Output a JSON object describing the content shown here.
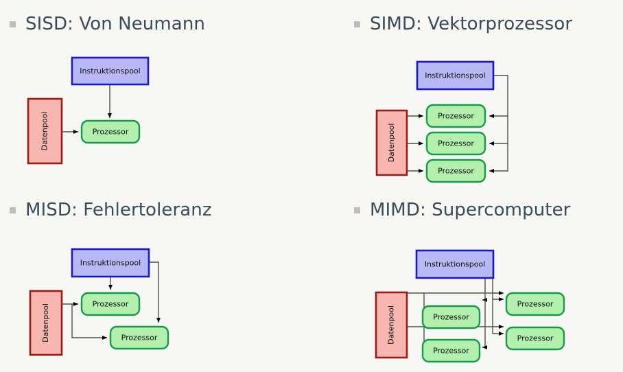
{
  "slide": {
    "background_color": "#f7f7f4",
    "bullet_color": "#bdbdbd",
    "heading_color": "#3d4a57"
  },
  "colors": {
    "instruction_fill": "#b8b8f5",
    "instruction_stroke": "#1a1ac0",
    "data_fill": "#f7b6b0",
    "data_stroke": "#9e1b14",
    "processor_fill": "#b3f0ae",
    "processor_stroke": "#16994a",
    "arrow_color": "#4d4d4d",
    "arrow_head": "#000000"
  },
  "labels": {
    "instruction_pool": "Instruktionspool",
    "data_pool": "Datenpool",
    "processor": "Prozessor"
  },
  "quadrants": [
    {
      "id": "sisd",
      "heading": "SISD: Von Neumann",
      "instruction_pools": 1,
      "data_pools": 1,
      "processors": 1
    },
    {
      "id": "simd",
      "heading": "SIMD: Vektorprozessor",
      "instruction_pools": 1,
      "data_pools": 1,
      "processors": 3
    },
    {
      "id": "misd",
      "heading": "MISD: Fehlertoleranz",
      "instruction_pools": 1,
      "data_pools": 1,
      "processors": 2
    },
    {
      "id": "mimd",
      "heading": "MIMD: Supercomputer",
      "instruction_pools": 1,
      "data_pools": 1,
      "processors": 4
    }
  ]
}
